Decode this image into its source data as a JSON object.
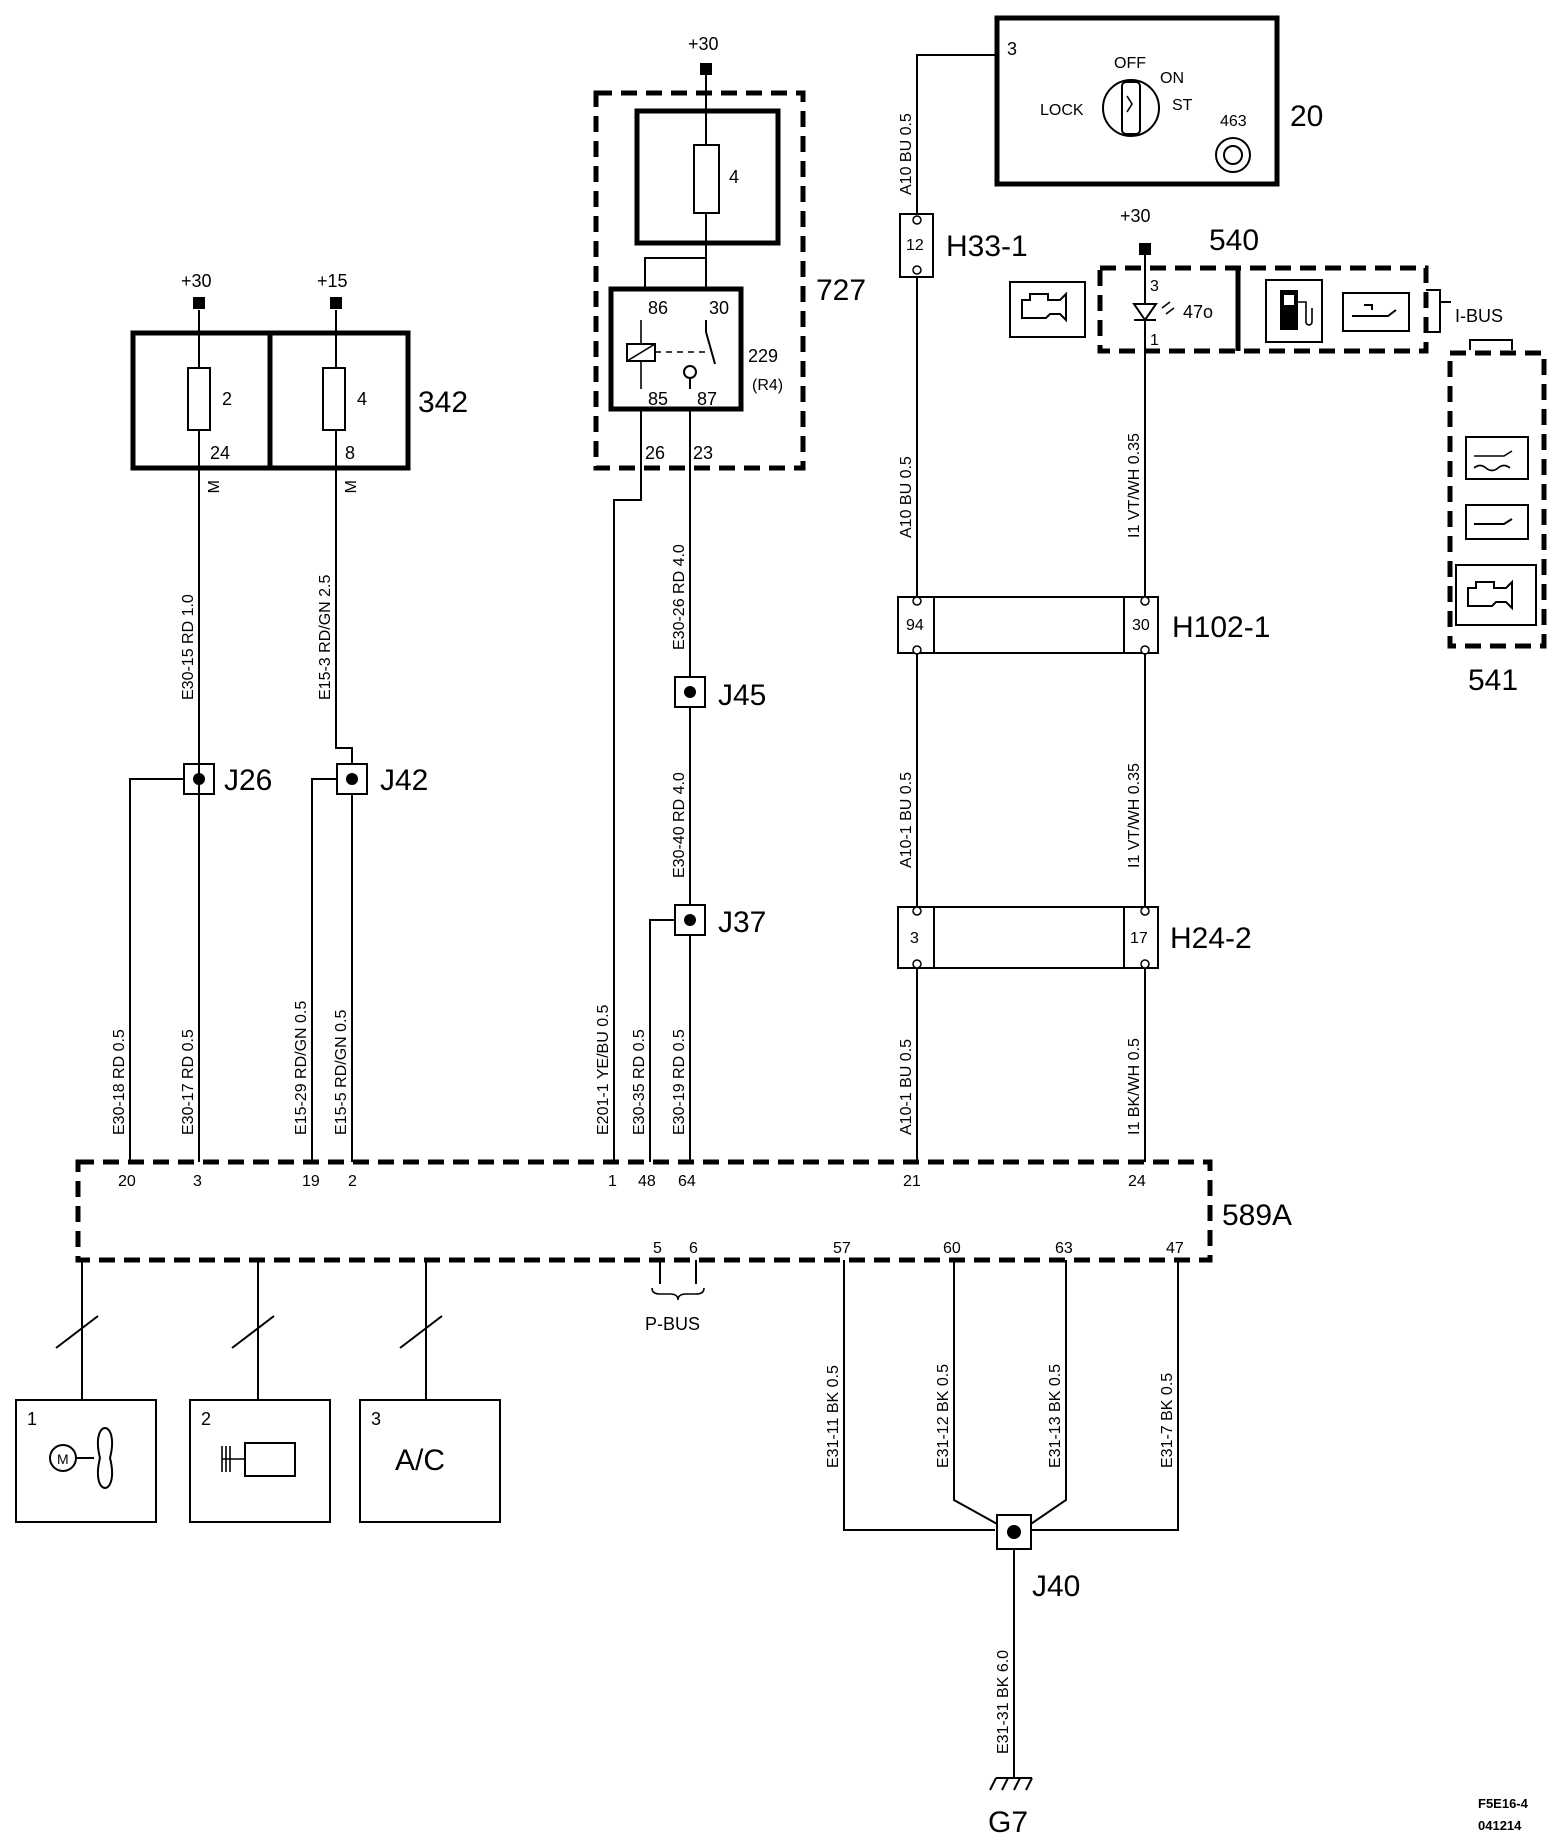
{
  "components": {
    "c342": "342",
    "c727": "727",
    "c20": "20",
    "c540": "540",
    "c541": "541",
    "c589a": "589A",
    "c229": "229",
    "c229sub": "(R4)",
    "c463": "463",
    "h33": "H33-1",
    "h102": "H102-1",
    "h24": "H24-2",
    "j26": "J26",
    "j42": "J42",
    "j45": "J45",
    "j37": "J37",
    "j40": "J40",
    "g7": "G7"
  },
  "supplies": {
    "s30_a": "+30",
    "s15": "+15",
    "s30_b": "+30",
    "s30_c": "+30"
  },
  "switch": {
    "pin": "3",
    "off": "OFF",
    "on": "ON",
    "lock": "LOCK",
    "st": "ST"
  },
  "fuses": {
    "f342_a": "2",
    "f342_b": "4",
    "f342_pin_a": "24",
    "f342_pin_b": "8",
    "m_a": "M",
    "m_b": "M",
    "f727": "4"
  },
  "relay": {
    "p86": "86",
    "p30": "30",
    "p85": "85",
    "p87": "87",
    "out26": "26",
    "out23": "23"
  },
  "lamp": {
    "p3": "3",
    "p1": "1",
    "label": "47o"
  },
  "ibus": "I-BUS",
  "pbus": {
    "p5": "5",
    "p6": "6",
    "label": "P-BUS"
  },
  "connectors": {
    "h33pin": "12",
    "h102a": "94",
    "h102b": "30",
    "h24a": "3",
    "h24b": "17"
  },
  "ecu_pins_top": [
    "20",
    "3",
    "19",
    "2",
    "1",
    "48",
    "64",
    "21",
    "24"
  ],
  "ecu_pins_bottom": [
    "57",
    "60",
    "63",
    "47"
  ],
  "wires": {
    "e30_15": "E30-15  RD  1.0",
    "e15_3": "E15-3  RD/GN  2.5",
    "e30_26": "E30-26  RD  4.0",
    "e30_40": "E30-40  RD  4.0",
    "a10_top": "A10  BU  0.5",
    "a10_mid": "A10  BU  0.5",
    "i1_top": "I1  VT/WH  0.35",
    "a10_1a": "A10-1 BU  0.5",
    "i1_mid": "I1  VT/WH  0.35",
    "a10_1b": "A10-1 BU  0.5",
    "i1_bot": "I1  BK/WH  0.5",
    "e30_18": "E30-18  RD  0.5",
    "e30_17": "E30-17  RD  0.5",
    "e15_29": "E15-29  RD/GN  0.5",
    "e15_5": "E15-5  RD/GN  0.5",
    "e201_1": "E201-1  YE/BU  0.5",
    "e30_35": "E30-35  RD  0.5",
    "e30_19": "E30-19  RD  0.5",
    "e31_11": "E31-11  BK  0.5",
    "e31_12": "E31-12  BK  0.5",
    "e31_13": "E31-13  BK  0.5",
    "e31_7": "E31-7  BK  0.5",
    "e31_31": "E31-31  BK  6.0"
  },
  "loads": {
    "n1": "1",
    "n2": "2",
    "n3": "3",
    "ac": "A/C"
  },
  "footer": {
    "code": "F5E16-4",
    "date": "041214"
  }
}
